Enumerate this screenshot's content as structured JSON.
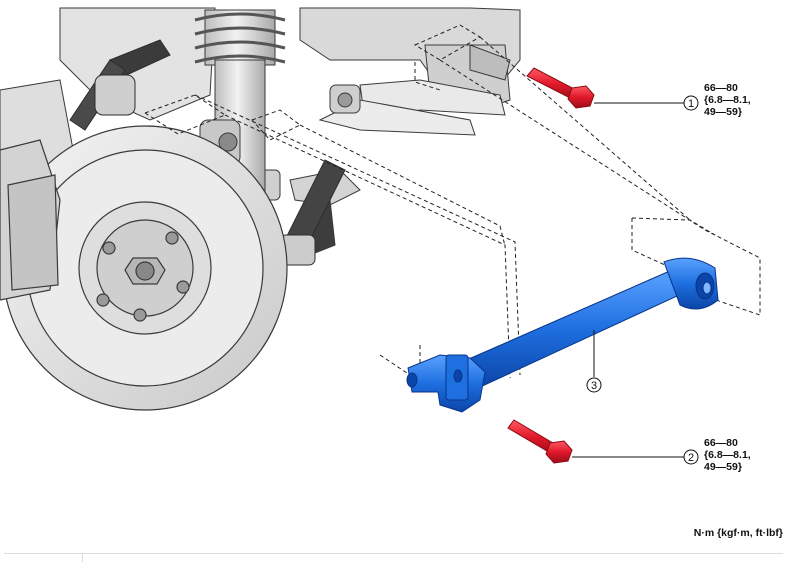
{
  "callouts": [
    {
      "number": "1",
      "torque_lines": [
        "66—80",
        "{6.8—8.1,",
        "49—59}"
      ]
    },
    {
      "number": "2",
      "torque_lines": [
        "66—80",
        "{6.8—8.1,",
        "49—59}"
      ]
    },
    {
      "number": "3"
    }
  ],
  "units_label": "N·m {kgf·m, ft·lbf}",
  "colors": {
    "arm": "#1e6fe0",
    "arm_dark": "#0b45a8",
    "bolt": "#e0192b",
    "bolt_dark": "#9c0d18",
    "line_art": "#3a3a3a",
    "shading": "#d6d6d6"
  },
  "icons": [
    "lateral-link-arm",
    "bolt-icon",
    "brake-disc",
    "suspension-strut"
  ]
}
